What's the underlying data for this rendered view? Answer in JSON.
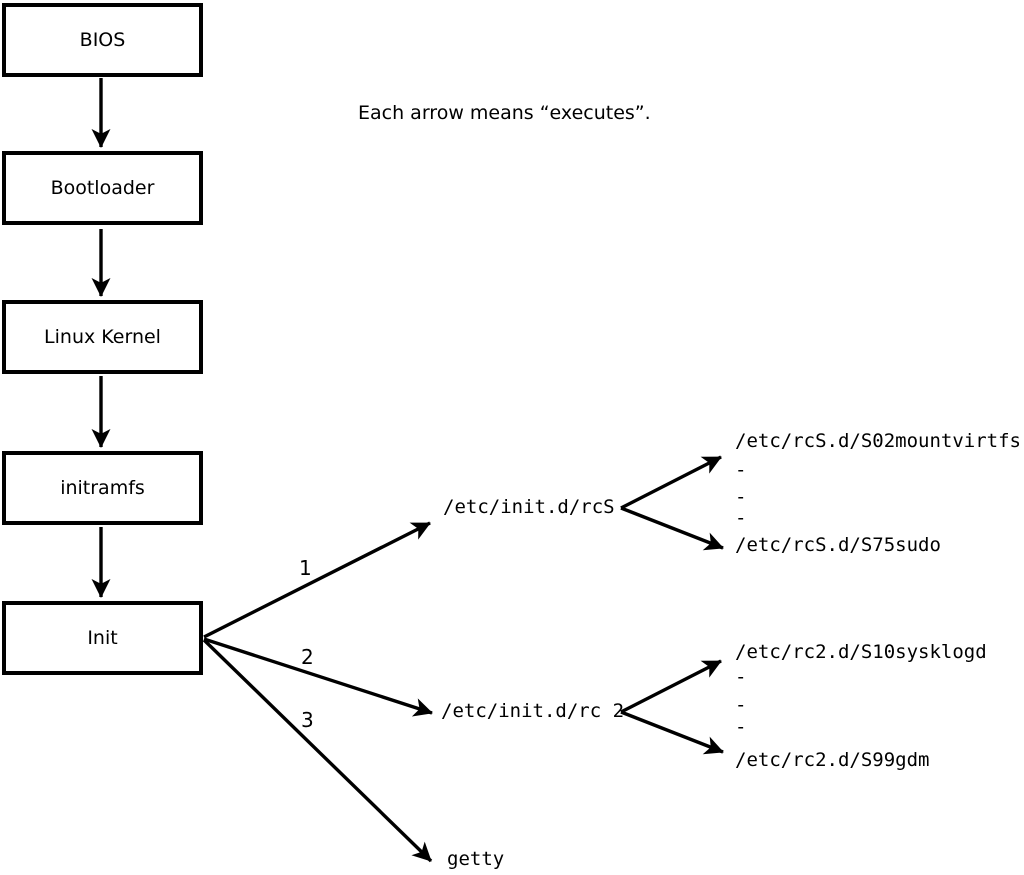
{
  "note": "Each arrow means “executes”.",
  "chain": [
    {
      "label": "BIOS"
    },
    {
      "label": "Bootloader"
    },
    {
      "label": "Linux Kernel"
    },
    {
      "label": "initramfs"
    },
    {
      "label": "Init"
    }
  ],
  "init_branches": [
    {
      "order": "1",
      "target": "/etc/init.d/rcS"
    },
    {
      "order": "2",
      "target": "/etc/init.d/rc 2"
    },
    {
      "order": "3",
      "target": "getty"
    }
  ],
  "rcS_scripts": {
    "first": "/etc/rcS.d/S02mountvirtfs",
    "ellipsis": [
      "-",
      "-",
      "-"
    ],
    "last": "/etc/rcS.d/S75sudo"
  },
  "rc2_scripts": {
    "first": "/etc/rc2.d/S10sysklogd",
    "ellipsis": [
      "-",
      "-",
      "-"
    ],
    "last": "/etc/rc2.d/S99gdm"
  },
  "colors": {
    "line": "#000000",
    "box_fill": "#ffffff",
    "background": "#ffffff"
  }
}
